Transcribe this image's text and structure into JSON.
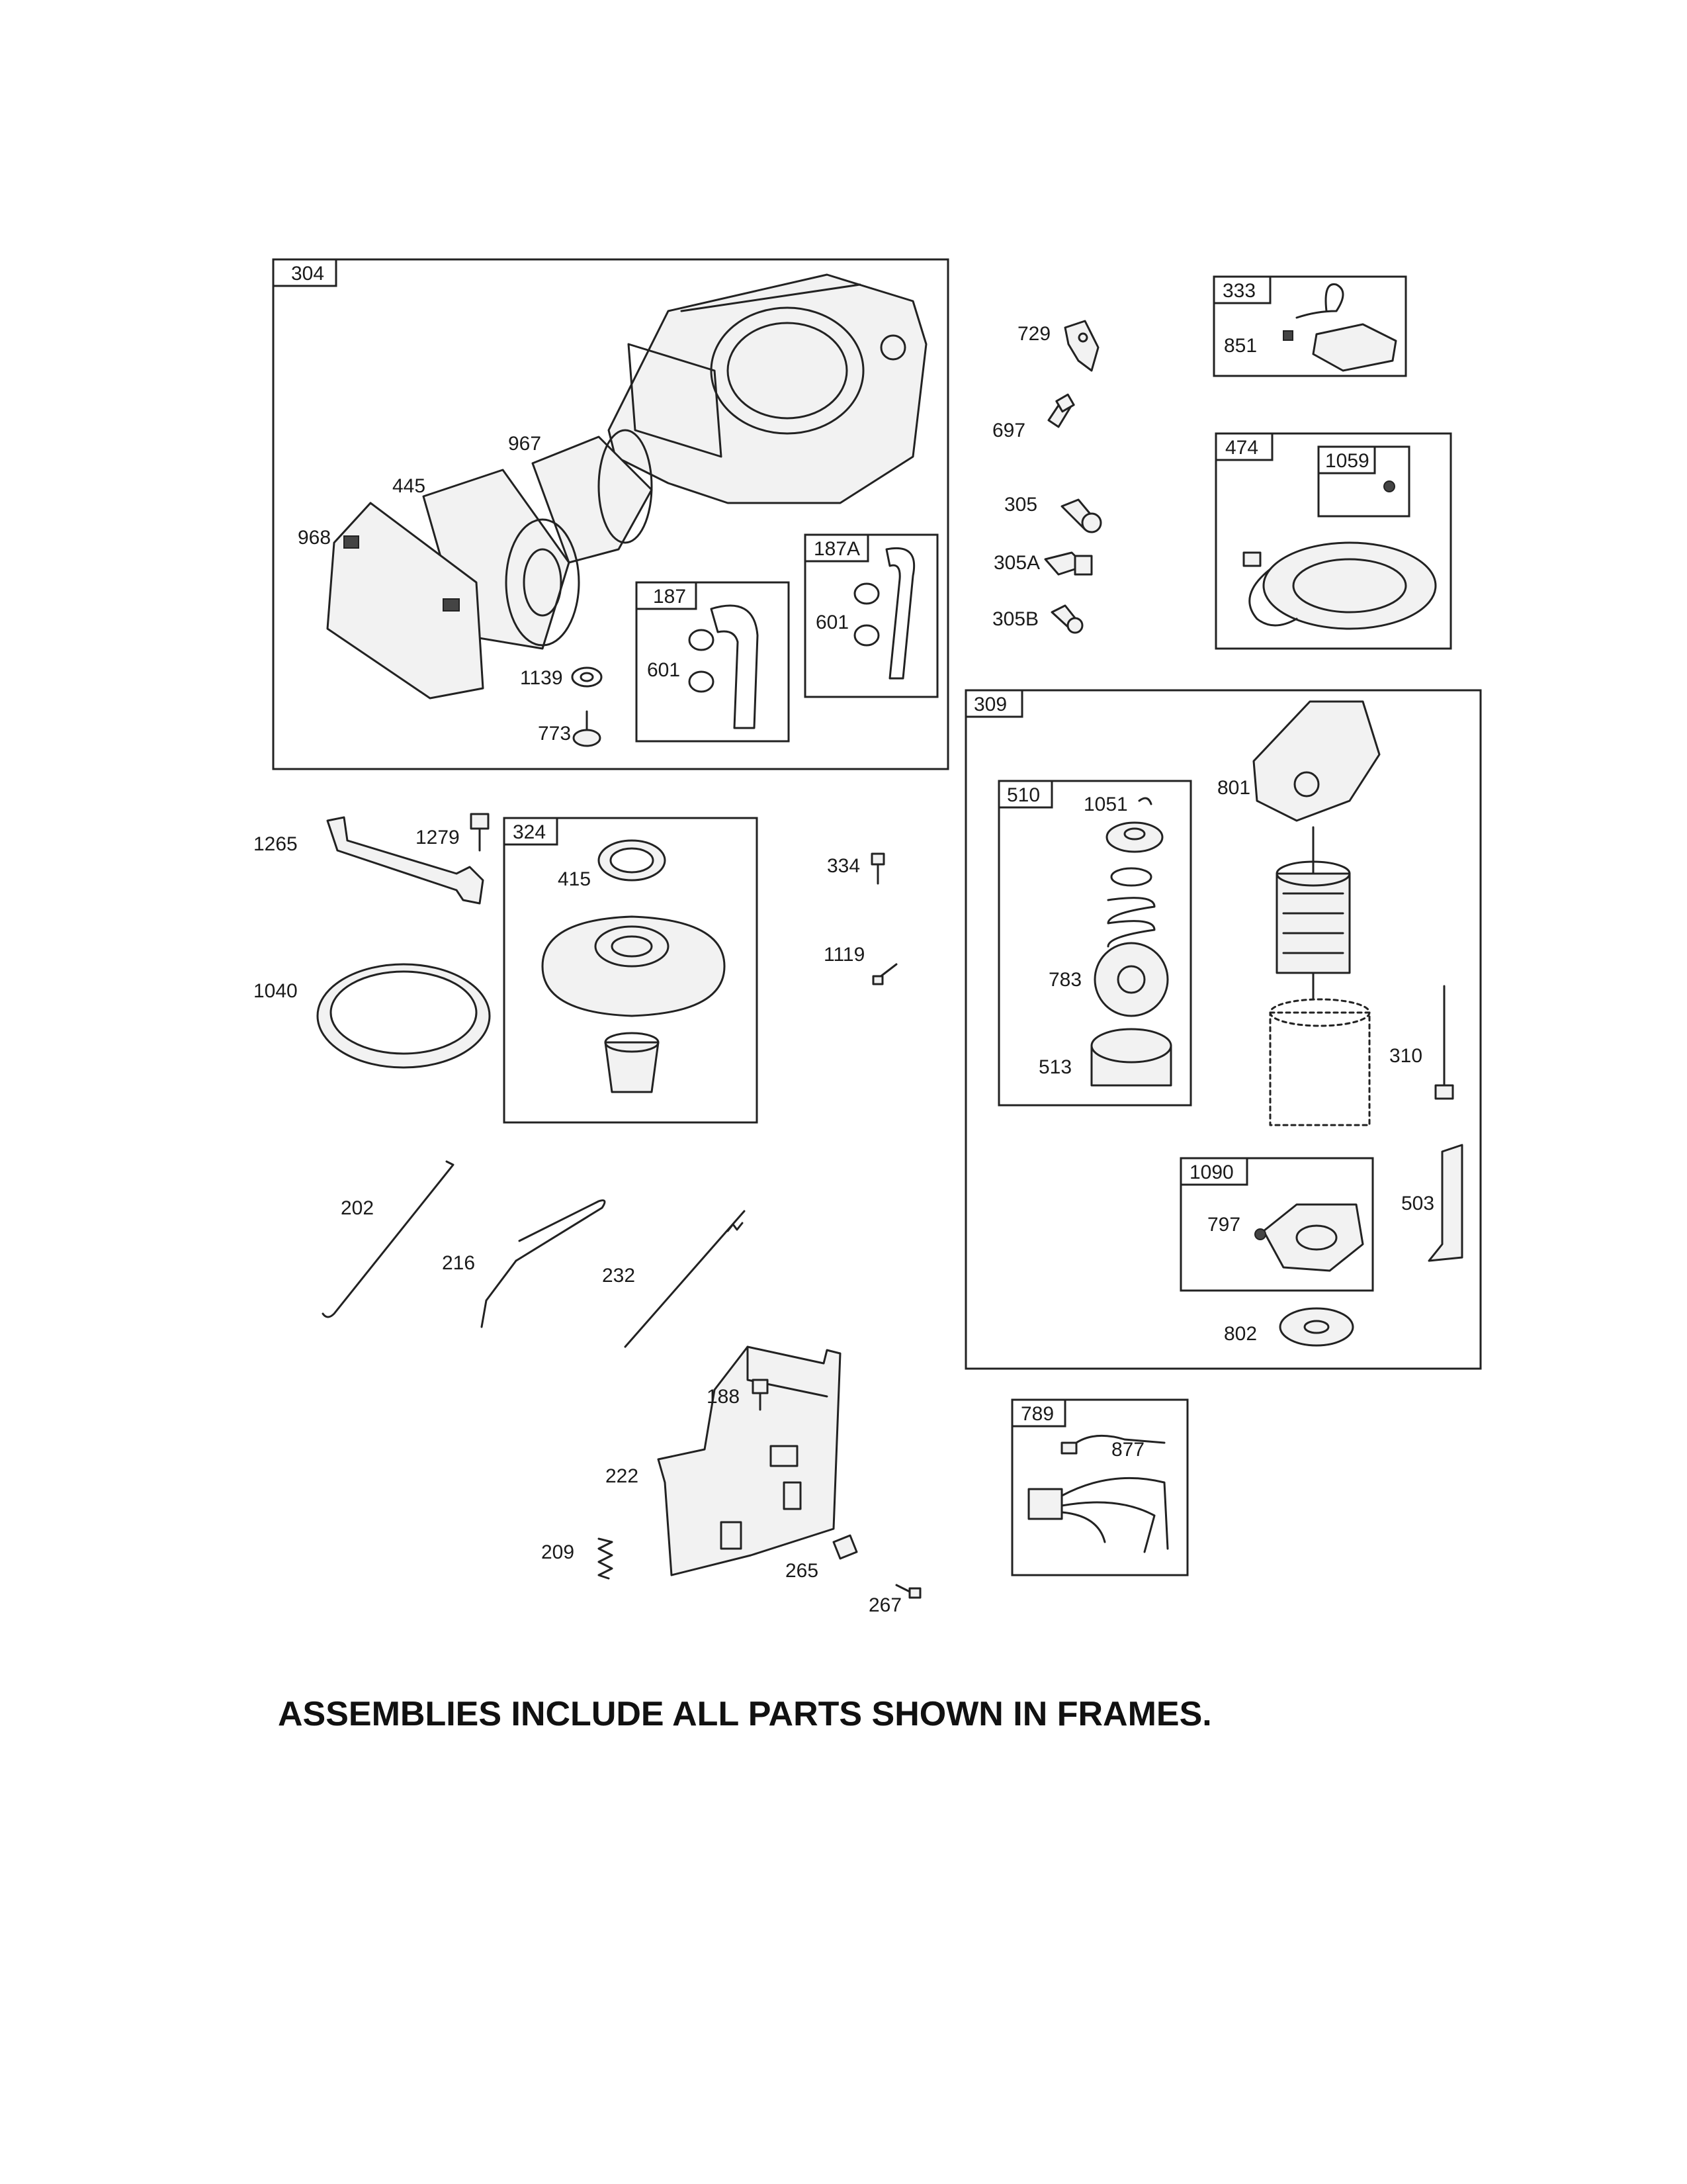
{
  "frames": [
    {
      "id": "304",
      "label": "304"
    },
    {
      "id": "187",
      "label": "187"
    },
    {
      "id": "187A",
      "label": "187A"
    },
    {
      "id": "333",
      "label": "333"
    },
    {
      "id": "474",
      "label": "474"
    },
    {
      "id": "1059",
      "label": "1059"
    },
    {
      "id": "309",
      "label": "309"
    },
    {
      "id": "510",
      "label": "510"
    },
    {
      "id": "1090",
      "label": "1090"
    },
    {
      "id": "324",
      "label": "324"
    },
    {
      "id": "789",
      "label": "789"
    }
  ],
  "parts": [
    {
      "id": "967",
      "label": "967"
    },
    {
      "id": "445",
      "label": "445"
    },
    {
      "id": "968",
      "label": "968"
    },
    {
      "id": "601a",
      "label": "601"
    },
    {
      "id": "601b",
      "label": "601"
    },
    {
      "id": "1139",
      "label": "1139"
    },
    {
      "id": "773",
      "label": "773"
    },
    {
      "id": "729",
      "label": "729"
    },
    {
      "id": "697",
      "label": "697"
    },
    {
      "id": "305",
      "label": "305"
    },
    {
      "id": "305A",
      "label": "305A"
    },
    {
      "id": "305B",
      "label": "305B"
    },
    {
      "id": "851",
      "label": "851"
    },
    {
      "id": "801",
      "label": "801"
    },
    {
      "id": "1051",
      "label": "1051"
    },
    {
      "id": "783",
      "label": "783"
    },
    {
      "id": "513",
      "label": "513"
    },
    {
      "id": "310",
      "label": "310"
    },
    {
      "id": "797",
      "label": "797"
    },
    {
      "id": "503",
      "label": "503"
    },
    {
      "id": "802",
      "label": "802"
    },
    {
      "id": "1265",
      "label": "1265"
    },
    {
      "id": "1279",
      "label": "1279"
    },
    {
      "id": "415",
      "label": "415"
    },
    {
      "id": "1040",
      "label": "1040"
    },
    {
      "id": "334",
      "label": "334"
    },
    {
      "id": "1119",
      "label": "1119"
    },
    {
      "id": "202",
      "label": "202"
    },
    {
      "id": "216",
      "label": "216"
    },
    {
      "id": "232",
      "label": "232"
    },
    {
      "id": "188",
      "label": "188"
    },
    {
      "id": "222",
      "label": "222"
    },
    {
      "id": "209",
      "label": "209"
    },
    {
      "id": "265",
      "label": "265"
    },
    {
      "id": "267",
      "label": "267"
    },
    {
      "id": "877",
      "label": "877"
    }
  ],
  "footer_note": "ASSEMBLIES INCLUDE ALL PARTS SHOWN IN FRAMES."
}
